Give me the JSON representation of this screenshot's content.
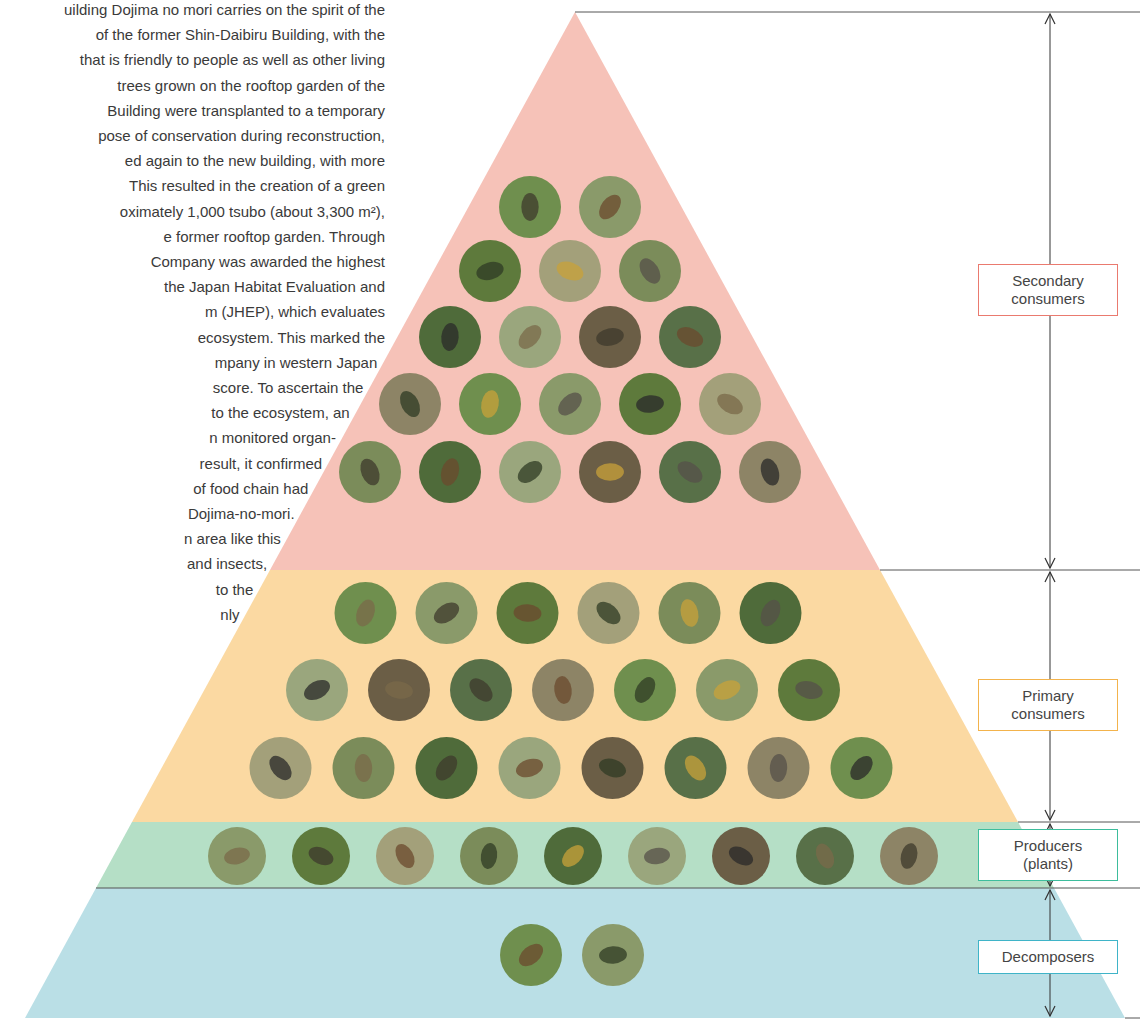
{
  "diagram": {
    "nodes": [
      {
        "text": [
          "Secondary consumers"
        ]
      },
      {
        "text": [
          "Primary consumers"
        ]
      },
      {
        "text": [
          "Producers (plants)"
        ]
      },
      {
        "text": [
          "Decomposers"
        ]
      }
    ],
    "labels": [
      "uilding Dojima no mori carries on the spirit of the",
      "of the former Shin-Daibiru Building, with the",
      "that is friendly to people as well as other living",
      "trees grown on the rooftop garden of the",
      "Building were transplanted to a temporary",
      "pose of conservation during reconstruction,",
      "ed again to the new building, with more",
      "This resulted in the creation of a green",
      "oximately 1,000 tsubo (about 3,300 m²),",
      "e former rooftop garden. Through",
      "Company was awarded the highest",
      "the Japan Habitat Evaluation and",
      "m (JHEP), which evaluates",
      "ecosystem. This marked the",
      "mpany in western Japan",
      "score. To ascertain the",
      "to the ecosystem, an",
      "n monitored organ-",
      "result, it confirmed",
      "of food chain had",
      "Dojima-no-mori.",
      "n area like this",
      "and insects,",
      "to the",
      "nly"
    ]
  }
}
